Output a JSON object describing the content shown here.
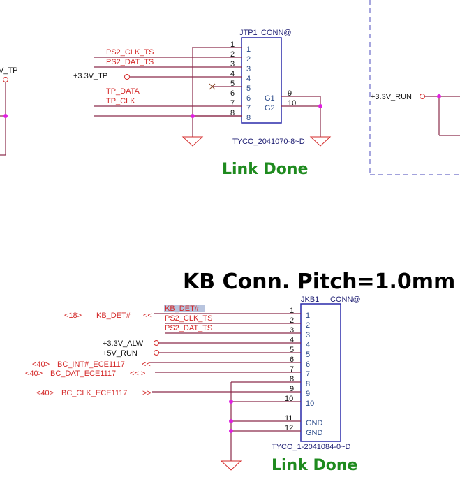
{
  "top_connector": {
    "refdes": "JTP1",
    "variant": "CONN@",
    "part_number": "TYCO_2041070-8~D",
    "status": "Link Done",
    "nets": [
      {
        "pin": "1",
        "name": ""
      },
      {
        "pin": "2",
        "name": "PS2_CLK_TS"
      },
      {
        "pin": "3",
        "name": "PS2_DAT_TS"
      },
      {
        "pin": "4",
        "name": "+3.3V_TP"
      },
      {
        "pin": "5",
        "name": "NC"
      },
      {
        "pin": "6",
        "name": "TP_DATA"
      },
      {
        "pin": "7",
        "name": "TP_CLK"
      },
      {
        "pin": "8",
        "name": ""
      }
    ],
    "ground_pins": [
      {
        "pin": "9",
        "name": "G1"
      },
      {
        "pin": "10",
        "name": "G2"
      }
    ]
  },
  "left_partial": {
    "net_label": "V_TP"
  },
  "right_partial": {
    "net_label": "+3.3V_RUN"
  },
  "kb_section": {
    "title": "KB Conn. Pitch=1.0mm",
    "refdes": "JKB1",
    "variant": "CONN@",
    "part_number": "TYCO_1-2041084-0~D",
    "status": "Link Done",
    "nets": [
      {
        "pin": "1",
        "name": "KB_DET#",
        "offpage": "KB_DET#",
        "ref": "<18>"
      },
      {
        "pin": "2",
        "name": "PS2_CLK_TS"
      },
      {
        "pin": "3",
        "name": "PS2_DAT_TS"
      },
      {
        "pin": "4",
        "name": "+3.3V_ALW"
      },
      {
        "pin": "5",
        "name": "+5V_RUN"
      },
      {
        "pin": "6",
        "name": "BC_INT#_ECE1117",
        "ref": "<40>"
      },
      {
        "pin": "7",
        "name": "BC_DAT_ECE1117",
        "ref": "<40>"
      },
      {
        "pin": "8",
        "name": ""
      },
      {
        "pin": "9",
        "name": "BC_CLK_ECE1117",
        "ref": "<40>"
      },
      {
        "pin": "10",
        "name": ""
      },
      {
        "pin": "11",
        "name": "GND"
      },
      {
        "pin": "12",
        "name": "GND"
      }
    ]
  }
}
